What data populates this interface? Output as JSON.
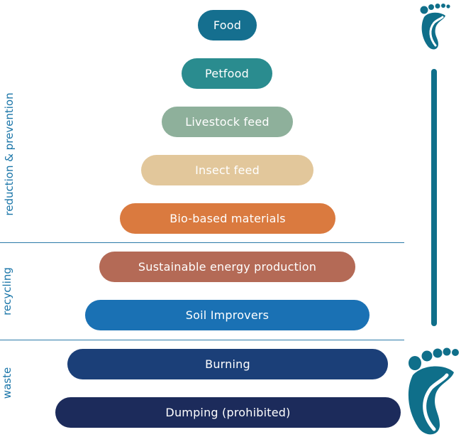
{
  "levels": [
    {
      "label": "Food",
      "color": "#156f8f"
    },
    {
      "label": "Petfood",
      "color": "#2a8c8f"
    },
    {
      "label": "Livestock feed",
      "color": "#8eb09b"
    },
    {
      "label": "Insect feed",
      "color": "#e2c79b"
    },
    {
      "label": "Bio-based materials",
      "color": "#da7a3f"
    },
    {
      "label": "Sustainable energy production",
      "color": "#b46a56"
    },
    {
      "label": "Soil Improvers",
      "color": "#1a71b4"
    },
    {
      "label": "Burning",
      "color": "#1b3f78"
    },
    {
      "label": "Dumping (prohibited)",
      "color": "#1c2b5b"
    }
  ],
  "sections": {
    "reduction": "reduction & prevention",
    "recycling": "recycling",
    "waste": "waste"
  },
  "icons": {
    "top": "small-footprint-icon",
    "bottom": "large-footprint-icon",
    "bar": "footprint-scale-bar"
  },
  "colors": {
    "accent": "#0f6f8a",
    "label": "#1a75a8"
  }
}
